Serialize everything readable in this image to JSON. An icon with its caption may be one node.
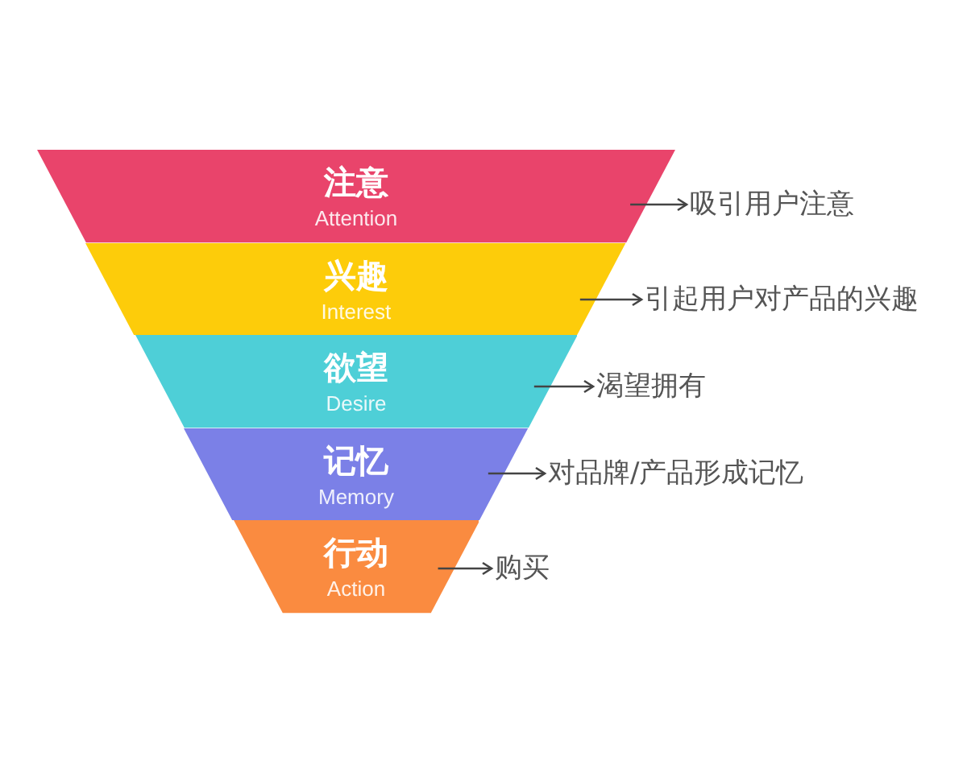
{
  "diagram": {
    "nodes": [
      {
        "text": [
          "注意",
          "Attention"
        ]
      },
      {
        "text": [
          "兴趣",
          "Interest"
        ]
      },
      {
        "text": [
          "欲望",
          "Desire"
        ]
      },
      {
        "text": [
          "记忆",
          "Memory"
        ]
      },
      {
        "text": [
          "行动",
          "Action"
        ]
      },
      {
        "text": [
          "吸引用户注意"
        ]
      },
      {
        "text": [
          "引起用户对产品的兴趣"
        ]
      },
      {
        "text": [
          "渴望拥有"
        ]
      },
      {
        "text": [
          "对品牌/产品形成记忆"
        ]
      },
      {
        "text": [
          "购买"
        ]
      }
    ],
    "edges": [
      {
        "from": 0,
        "to": 5,
        "arrow": "to"
      },
      {
        "from": 1,
        "to": 6,
        "arrow": "to"
      },
      {
        "from": 2,
        "to": 7,
        "arrow": "to"
      },
      {
        "from": 3,
        "to": 8,
        "arrow": "to"
      },
      {
        "from": 4,
        "to": 9,
        "arrow": "to"
      }
    ]
  }
}
